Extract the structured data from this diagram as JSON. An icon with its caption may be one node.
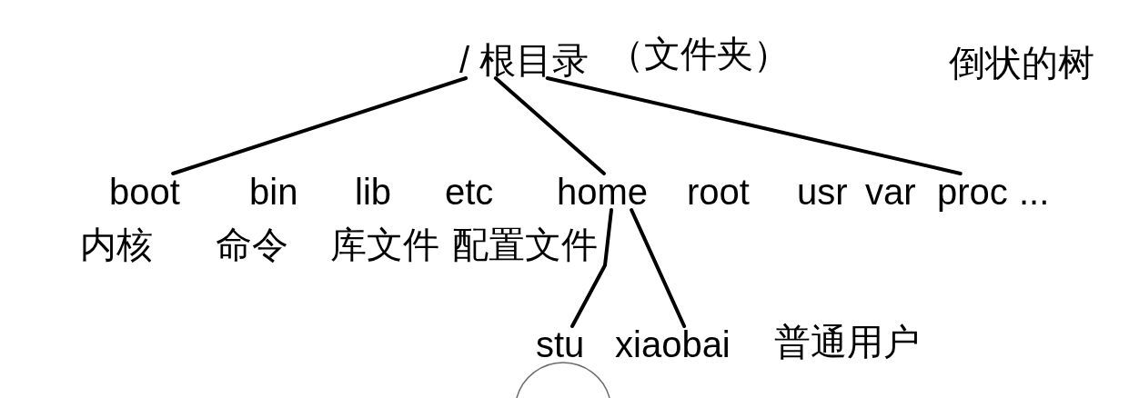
{
  "diagram": {
    "nodes": [
      {
        "text": [
          "/ 根目录"
        ],
        "beside": [
          "（文件夹）"
        ]
      },
      {
        "text": [
          "boot"
        ],
        "beside": [
          "内核"
        ]
      },
      {
        "text": [
          "bin"
        ],
        "beside": [
          "命令"
        ]
      },
      {
        "text": [
          "lib"
        ],
        "beside": [
          "库文件"
        ]
      },
      {
        "text": [
          "etc"
        ],
        "beside": [
          "配置文件"
        ]
      },
      {
        "text": [
          "home"
        ]
      },
      {
        "text": [
          "root"
        ]
      },
      {
        "text": [
          "usr"
        ]
      },
      {
        "text": [
          "var"
        ]
      },
      {
        "text": [
          "proc"
        ]
      },
      {
        "text": [
          "stu"
        ]
      },
      {
        "text": [
          "xiaobai"
        ]
      }
    ],
    "edges": [
      {
        "from": 0,
        "to": 1,
        "arrow": "none"
      },
      {
        "from": 0,
        "to": 5,
        "arrow": "none"
      },
      {
        "from": 0,
        "to": 9,
        "arrow": "none"
      },
      {
        "from": 5,
        "to": 10,
        "arrow": "none"
      },
      {
        "from": 5,
        "to": 11,
        "arrow": "none"
      }
    ],
    "labels": [
      "倒状的树",
      "...",
      "普通用户"
    ]
  }
}
